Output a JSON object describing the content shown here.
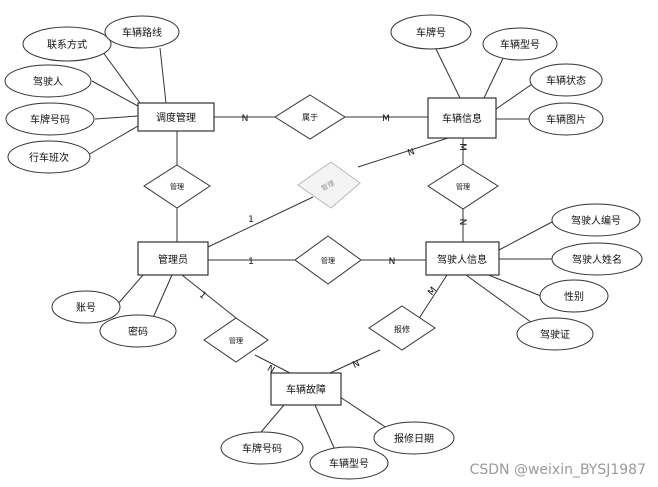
{
  "entities": {
    "dispatch": "调度管理",
    "vehicle_info": "车辆信息",
    "admin": "管理员",
    "driver_info": "驾驶人信息",
    "vehicle_fault": "车辆故障"
  },
  "relationships": {
    "belongs": "属于",
    "manage_dispatch": "管理",
    "manage_vehicle": "管理",
    "manage_driver": "管理",
    "manage_fault": "管理",
    "repair_report": "报修",
    "manage_faded": "管理"
  },
  "attributes": {
    "contact": "联系方式",
    "route": "车辆路线",
    "driver": "驾驶人",
    "plate_a": "车牌号码",
    "shift": "行车班次",
    "plate": "车牌号",
    "model_a": "车辆型号",
    "status": "车辆状态",
    "picture": "车辆图片",
    "driver_no": "驾驶人编号",
    "driver_name": "驾驶人姓名",
    "gender": "性别",
    "license": "驾驶证",
    "account": "账号",
    "password": "密码",
    "plate_b": "车牌号码",
    "model_b": "车辆型号",
    "repair_date": "报修日期"
  },
  "cardinalities": {
    "dispatch_belongs": "N",
    "belongs_vehicle": "M",
    "admin_faded": "1",
    "faded_vehicle": "N",
    "vehicle_manage": "M",
    "manage_driver_top": "N",
    "admin_manage": "1",
    "manage_driver_left": "N",
    "admin_fault_rel": "1",
    "fault_rel_fault": "N",
    "fault_repair": "N",
    "repair_driver": "M"
  },
  "watermark": "CSDN @weixin_BYSJ1987"
}
